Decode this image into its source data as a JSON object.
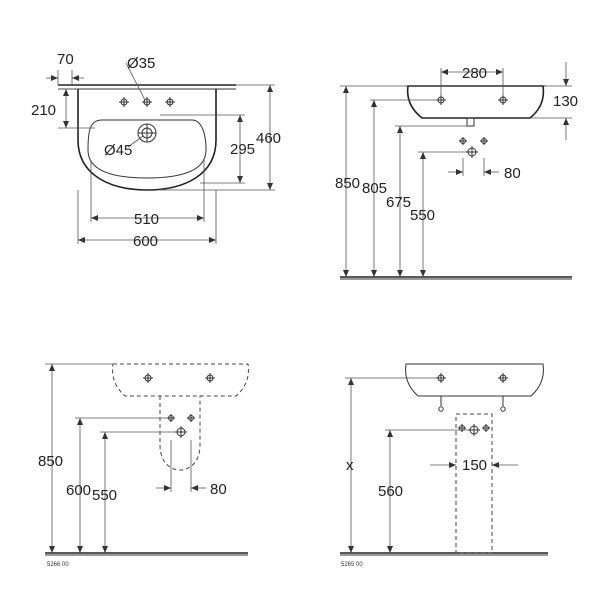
{
  "top_left": {
    "labels": {
      "d70": "70",
      "d35": "Ø35",
      "d210": "210",
      "d45": "Ø45",
      "d295": "295",
      "d460": "460",
      "d510": "510",
      "d600": "600"
    }
  },
  "top_right": {
    "labels": {
      "d280": "280",
      "d130": "130",
      "d850": "850",
      "d805": "805",
      "d675": "675",
      "d550": "550",
      "d80": "80"
    }
  },
  "bottom_left": {
    "labels": {
      "d850": "850",
      "d600": "600",
      "d550": "550",
      "d80": "80",
      "code": "5266 00"
    }
  },
  "bottom_right": {
    "labels": {
      "dx": "x",
      "d560": "560",
      "d150": "150",
      "code": "5265 00"
    }
  }
}
